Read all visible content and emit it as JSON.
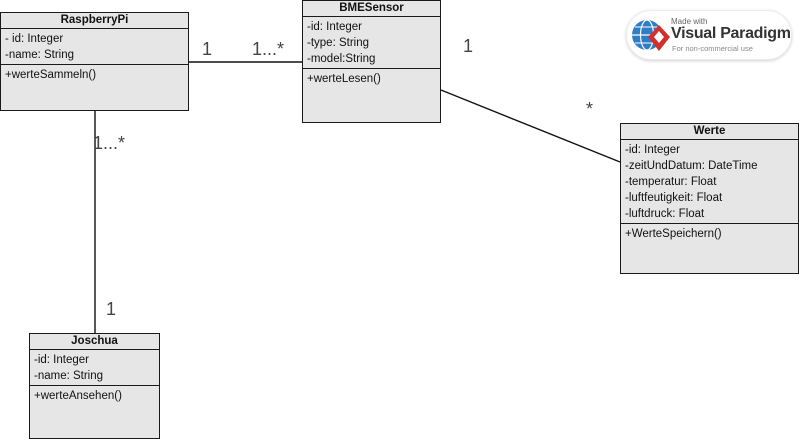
{
  "classes": {
    "raspberrypi": {
      "name": "RaspberryPi",
      "attributes": [
        "- id: Integer",
        "-name: String"
      ],
      "operations": [
        "+werteSammeln()"
      ]
    },
    "bmesensor": {
      "name": "BMESensor",
      "attributes": [
        "-id: Integer",
        "-type: String",
        "-model:String"
      ],
      "operations": [
        "+werteLesen()"
      ]
    },
    "werte": {
      "name": "Werte",
      "attributes": [
        "-id: Integer",
        "-zeitUndDatum: DateTime",
        "-temperatur: Float",
        "-luftfeutigkeit: Float",
        "-luftdruck: Float"
      ],
      "operations": [
        "+WerteSpeichern()"
      ]
    },
    "joschua": {
      "name": "Joschua",
      "attributes": [
        "-id: Integer",
        "-name: String"
      ],
      "operations": [
        "+werteAnsehen()"
      ]
    }
  },
  "associations": {
    "pi_sensor": {
      "from_multiplicity": "1",
      "to_multiplicity": "1...*"
    },
    "sensor_werte": {
      "from_multiplicity": "1",
      "to_multiplicity": "*"
    },
    "pi_joschua": {
      "from_multiplicity": "1...*",
      "to_multiplicity": "1"
    }
  },
  "badge": {
    "made_with": "Made with",
    "brand": "Visual Paradigm",
    "note": "For non-commercial use"
  }
}
